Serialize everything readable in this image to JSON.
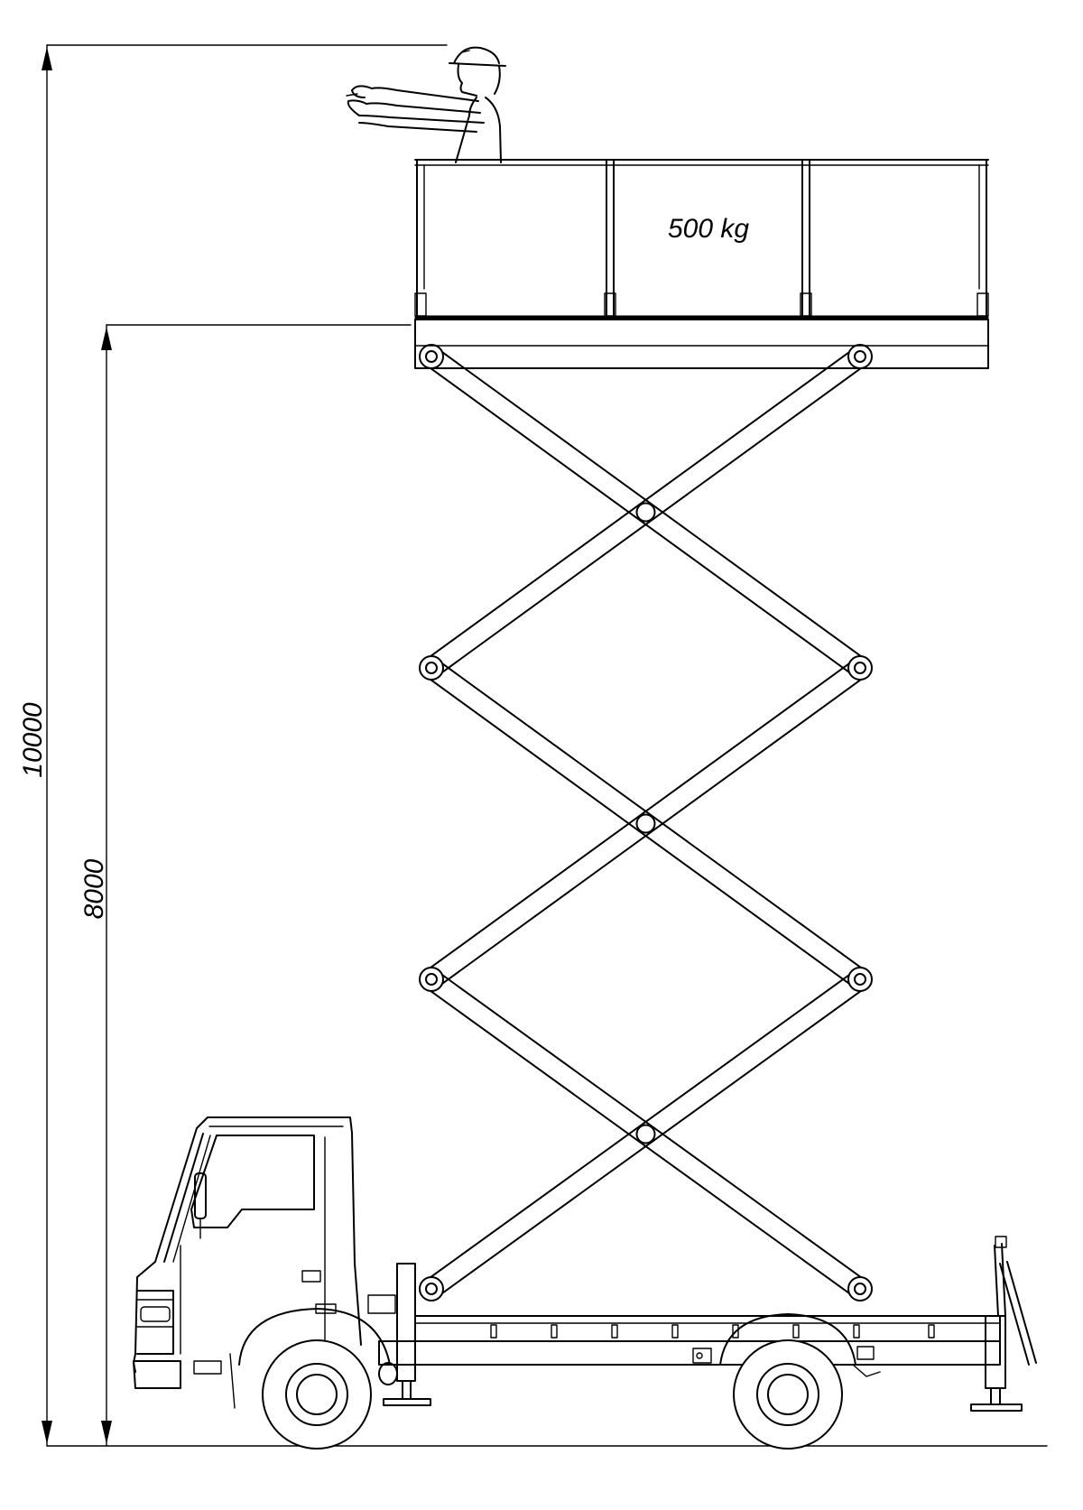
{
  "diagram": {
    "load_label": "500 kg",
    "dimensions": {
      "total_height": "10000",
      "platform_height": "8000"
    },
    "icons": {
      "worker": "worker-icon",
      "truck": "truck-icon",
      "scissor_lift": "scissor-mechanism-icon"
    }
  }
}
